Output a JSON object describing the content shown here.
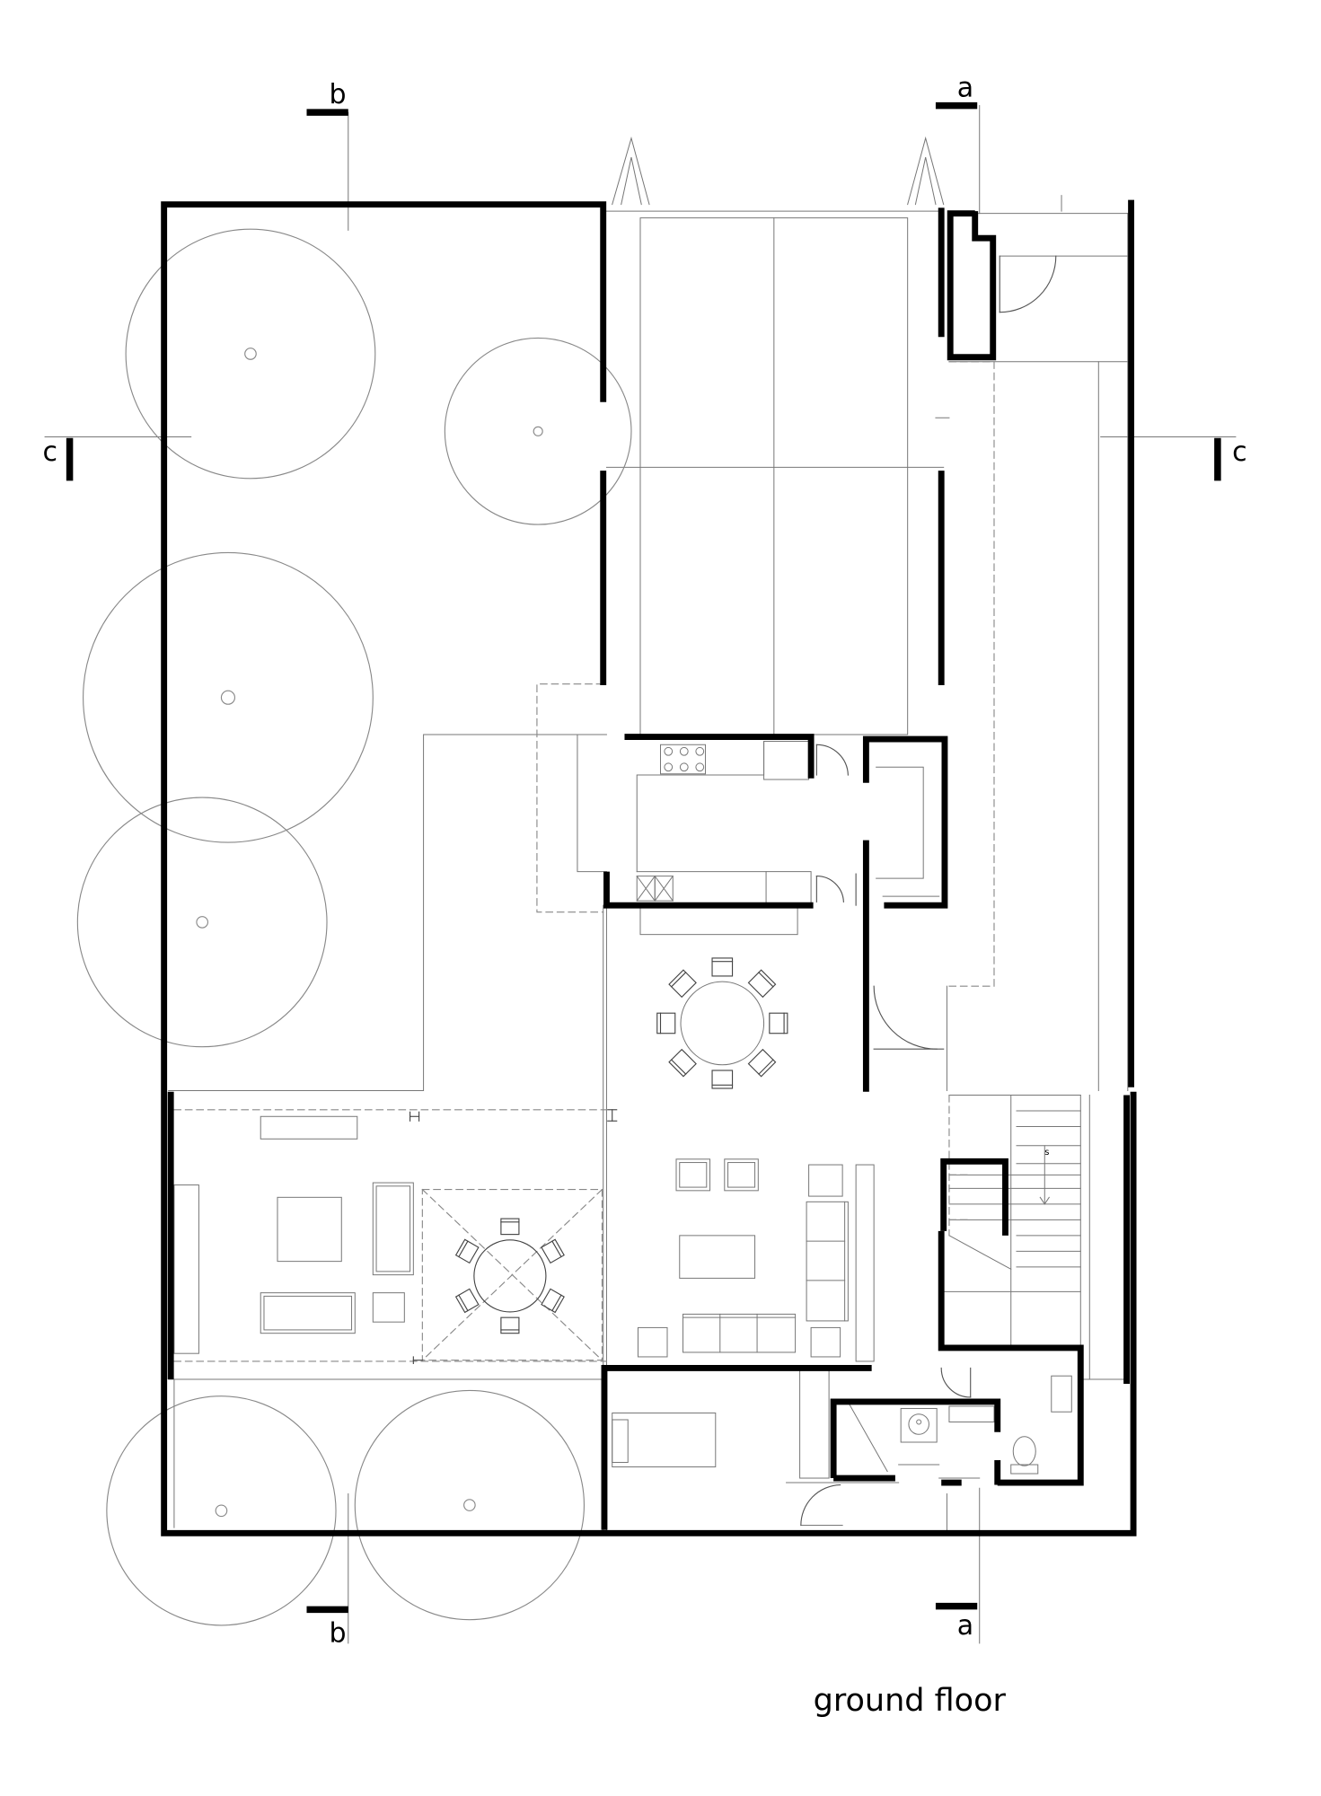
{
  "caption": "ground floor",
  "section_markers": {
    "a": "a",
    "b": "b",
    "c": "c"
  },
  "stair_label": "s"
}
